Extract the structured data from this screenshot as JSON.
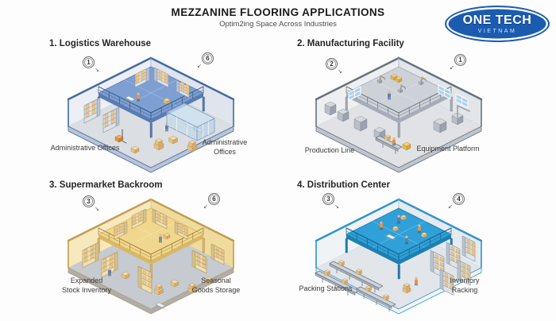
{
  "header": {
    "title": "MEZZANINE FLOORING APPLICATIONS",
    "subtitle": "Optim2ing Space Across Industries"
  },
  "logo": {
    "name": "ONE TECH",
    "country": "VIETNAM",
    "blue": "#1b5cb0"
  },
  "ui": {
    "arrow_se": "↘",
    "arrow_sw": "↙"
  },
  "sections": [
    {
      "id": "logistics-warehouse",
      "title": "1. Logistics Warehouse",
      "variant": "warehouse",
      "marker_left": "1",
      "marker_right": "6",
      "caption_left": "Administrative Offices",
      "caption_right": "Administrative\nOffices",
      "theme": {
        "wallL": "#eceff5",
        "wallR": "#dfe4ed",
        "edge": "#44699f",
        "edgeSoft": "#aab8cf",
        "floor": "#dbdee3",
        "slab": "#b9c4d6",
        "deck": "#7d9fd2",
        "fascia": "#5a7cb1",
        "rail": "#37567f",
        "shelf": "#dde3ea",
        "shelfSide": "#b9c2cf",
        "shelfEdge": "#8794a8",
        "shelfTop": "#eef1f5",
        "box": "#ecc88b",
        "boxD": "#c59a58",
        "glassEdge": "#7fa0bf"
      }
    },
    {
      "id": "manufacturing-facility",
      "title": "2. Manufacturing Facility",
      "variant": "factory",
      "marker_left": "2",
      "marker_right": "1",
      "caption_left": "Production Line",
      "caption_right": "Equipment Platform",
      "theme": {
        "wallL": "#edeff1",
        "wallR": "#e2e5e9",
        "edge": "#68707c",
        "edgeSoft": "#b6bcc4",
        "floor": "#e0e2e6",
        "slab": "#c0c5cd",
        "deck": "#cdd2d9",
        "fascia": "#a6adb8",
        "rail": "#6d7683",
        "shelf": "#d8dce1",
        "shelfSide": "#b5bac2",
        "shelfEdge": "#8b93a0",
        "shelfTop": "#e8ebee",
        "box": "#e8c480",
        "boxD": "#c59a58",
        "window": "#aed2ec"
      }
    },
    {
      "id": "supermarket-backroom",
      "title": "3. Supermarket Backroom",
      "variant": "backroom",
      "marker_left": "3",
      "marker_right": "6",
      "caption_left": "Expanded\nStock Inventory",
      "caption_right": "Seasonal\nGoods Storage",
      "theme": {
        "wallL": "#f7e9bd",
        "wallR": "#efdb9e",
        "edge": "#c29c50",
        "edgeSoft": "#dcc68c",
        "floor": "#c6cad1",
        "slab": "#a9aeb7",
        "deck": "#f0d78d",
        "fascia": "#d8b766",
        "rail": "#a3813e",
        "shelf": "#eee0b4",
        "shelfSide": "#d6c28c",
        "shelfEdge": "#b09456",
        "shelfTop": "#f6ecc9",
        "box": "#e7c88e",
        "boxD": "#c29a5d"
      }
    },
    {
      "id": "distribution-center",
      "title": "4. Distribution Center",
      "variant": "distribution",
      "marker_left": "3",
      "marker_right": "4",
      "caption_left": "Packing Stations",
      "caption_right": "Inventory\nRacking",
      "theme": {
        "wallL": "#f0f3f6",
        "wallR": "#e5eaef",
        "edge": "#2e93cb",
        "edgeSoft": "#a9cde4",
        "floor": "#e2e5e9",
        "slab": "#f3f6f8",
        "deck": "#2fa0d8",
        "fascia": "#1f7fb0",
        "rail": "#145f86",
        "shelf": "#dfe4ea",
        "shelfSide": "#bac3cf",
        "shelfEdge": "#8595a8",
        "shelfTop": "#edf1f5",
        "box": "#eac683",
        "boxD": "#c59a58",
        "conveyor": "#ced4db"
      }
    }
  ]
}
